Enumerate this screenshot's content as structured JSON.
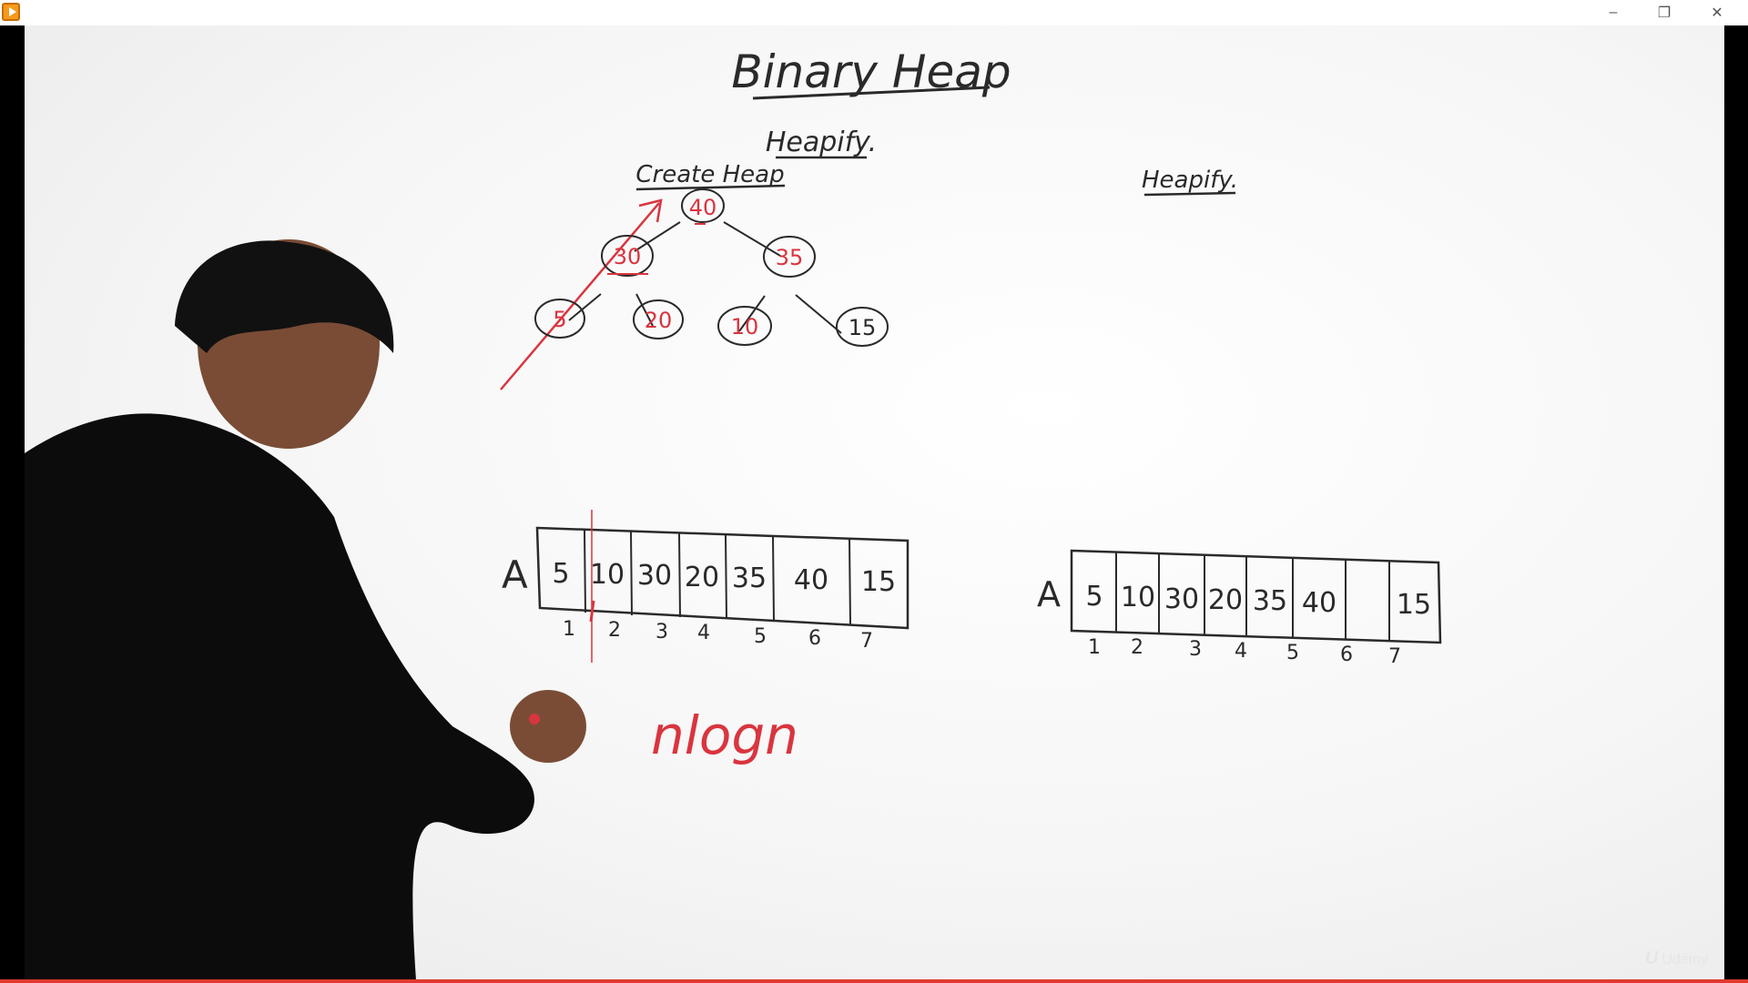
{
  "window": {
    "controls": {
      "minimize": "–",
      "maximize": "❐",
      "close": "✕"
    }
  },
  "board": {
    "title": "Binary Heap",
    "subtitle": "Heapify.",
    "left_heading": "Create Heap",
    "right_heading": "Heapify.",
    "tree": {
      "root": "40",
      "level1": [
        "30",
        "35"
      ],
      "level2": [
        "5",
        "20",
        "10",
        "15"
      ]
    },
    "array_left": {
      "name": "A",
      "values": [
        "5",
        "10",
        "30",
        "20",
        "35",
        "40",
        "15"
      ],
      "indices": [
        "1",
        "2",
        "3",
        "4",
        "5",
        "6",
        "7"
      ]
    },
    "array_right": {
      "name": "A",
      "values": [
        "5",
        "10",
        "30",
        "20",
        "35",
        "40",
        "15"
      ],
      "indices": [
        "1",
        "2",
        "3",
        "4",
        "5",
        "6",
        "7"
      ]
    },
    "complexity": "nlogn"
  },
  "watermark": {
    "glyph": "U",
    "text": "Udemy"
  },
  "colors": {
    "ink": "#2a2a2a",
    "red_ink": "#d9353f",
    "accent": "#e03a30"
  }
}
